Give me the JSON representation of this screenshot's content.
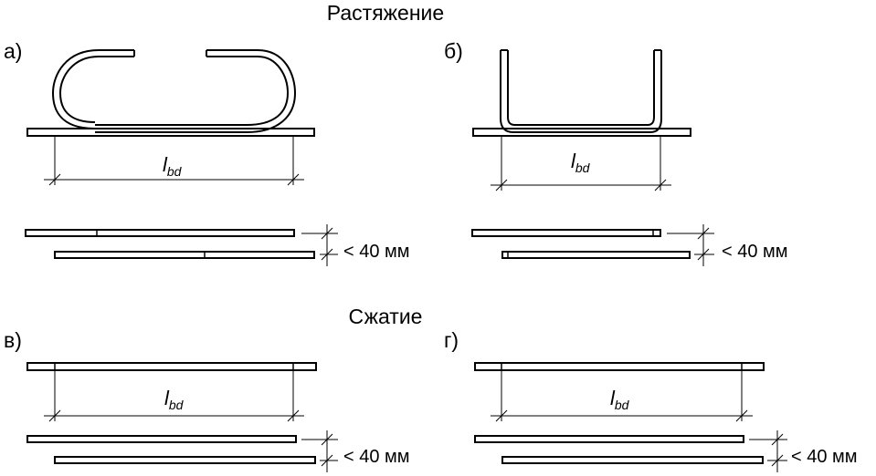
{
  "headings": {
    "tension": "Растяжение",
    "compression": "Сжатие"
  },
  "panels": {
    "a": {
      "label": "а)"
    },
    "b": {
      "label": "б)"
    },
    "v": {
      "label": "в)"
    },
    "g": {
      "label": "г)"
    }
  },
  "dimensions": {
    "lap_length_main": "l",
    "lap_length_sub": "bd",
    "spacing_label": "< 40 мм"
  }
}
